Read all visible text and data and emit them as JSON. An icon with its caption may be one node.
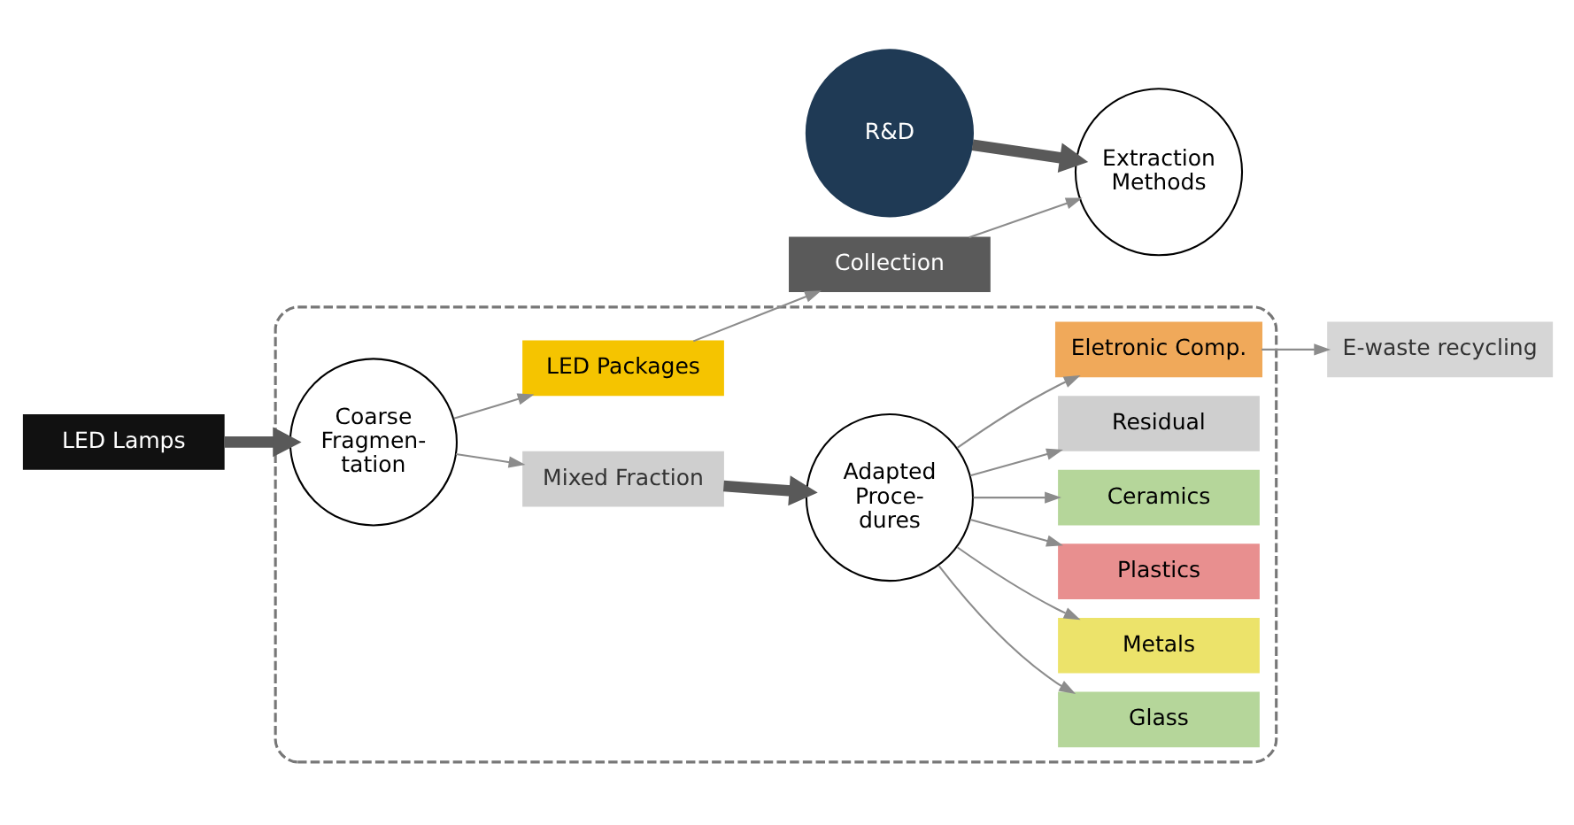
{
  "diagram": {
    "nodes": [
      {
        "text": [],
        "shape": "box"
      },
      {
        "text": [
          "LED Lamps"
        ]
      },
      {
        "text": [
          "Coarse Fragmen- tation"
        ],
        "in": 0
      },
      {
        "text": [
          "LED Packages"
        ],
        "in": 0
      },
      {
        "text": [
          "Collection"
        ]
      },
      {
        "text": [
          "Extraction Methods"
        ]
      },
      {
        "text": [
          "R&D"
        ]
      },
      {
        "text": [
          "Mixed Fraction"
        ],
        "in": 0
      },
      {
        "text": [
          "Adapted Proce- dures"
        ],
        "in": 0
      },
      {
        "text": [
          "Glass"
        ],
        "in": 0
      },
      {
        "text": [
          "Metals"
        ],
        "in": 0
      },
      {
        "text": [
          "Plastics"
        ],
        "in": 0
      },
      {
        "text": [
          "Ceramics"
        ],
        "in": 0
      },
      {
        "text": [
          "Residual"
        ],
        "in": 0
      },
      {
        "text": [
          "Eletronic Comp."
        ],
        "in": 0
      },
      {
        "text": [
          "E-waste recycling"
        ]
      }
    ],
    "edges": [
      {
        "from": 1,
        "to": 2,
        "arrow": "to",
        "style": "thick",
        "color": "#595959"
      },
      {
        "from": 2,
        "to": 3,
        "arrow": "to"
      },
      {
        "from": 2,
        "to": 7,
        "arrow": "to"
      },
      {
        "from": 3,
        "to": 4,
        "arrow": "to"
      },
      {
        "from": 4,
        "to": 5,
        "arrow": "to"
      },
      {
        "from": 6,
        "to": 5,
        "arrow": "to",
        "style": "thick",
        "color": "#595959"
      },
      {
        "from": 7,
        "to": 8,
        "arrow": "to",
        "style": "thick",
        "color": "#595959"
      },
      {
        "from": 8,
        "to": 9,
        "arrow": "to"
      },
      {
        "from": 8,
        "to": 10,
        "arrow": "to"
      },
      {
        "from": 8,
        "to": 11,
        "arrow": "to"
      },
      {
        "from": 8,
        "to": 12,
        "arrow": "to"
      },
      {
        "from": 8,
        "to": 13,
        "arrow": "to"
      },
      {
        "from": 8,
        "to": 14,
        "arrow": "to"
      },
      {
        "from": 14,
        "to": 15,
        "arrow": "to"
      }
    ]
  }
}
